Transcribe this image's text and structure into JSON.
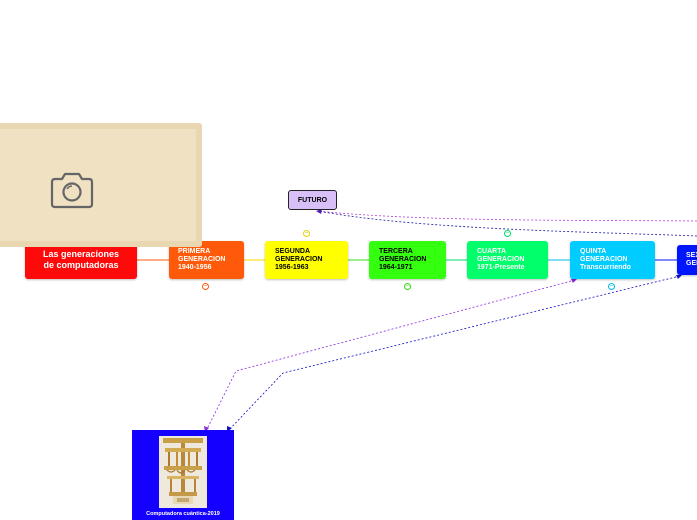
{
  "root": {
    "label": "Las generaciones\nde computadoras",
    "color": "#ff0a0a"
  },
  "generations": [
    {
      "id": "g1",
      "label": "PRIMERA\nGENERACION\n1940-1956",
      "color": "#ff5a0a",
      "text_color": "#ffffff"
    },
    {
      "id": "g2",
      "label": "SEGUNDA\nGENERACION\n1956-1963",
      "color": "#ffff00",
      "text_color": "#000000"
    },
    {
      "id": "g3",
      "label": "TERCERA\nGENERACION\n1964-1971",
      "color": "#33ff0f",
      "text_color": "#000000"
    },
    {
      "id": "g4",
      "label": "CUARTA\nGENERACION\n1971-Presente",
      "color": "#00ff6a",
      "text_color": "#ffffff"
    },
    {
      "id": "g5",
      "label": "QUINTA\nGENERACION\nTranscurriendo",
      "color": "#00ccff",
      "text_color": "#ffffff"
    },
    {
      "id": "g6",
      "label": "SEXTA\nGENERACION",
      "color": "#0016ff",
      "text_color": "#ffffff"
    }
  ],
  "future": {
    "label": "FUTURO",
    "color": "#d9bff7"
  },
  "photo_panel": {
    "icon": "camera-icon",
    "color": "#f0e1c3"
  },
  "quantum": {
    "caption": "Computadora cuántica-2019",
    "color": "#1400ff"
  },
  "collapse_symbol": "–"
}
